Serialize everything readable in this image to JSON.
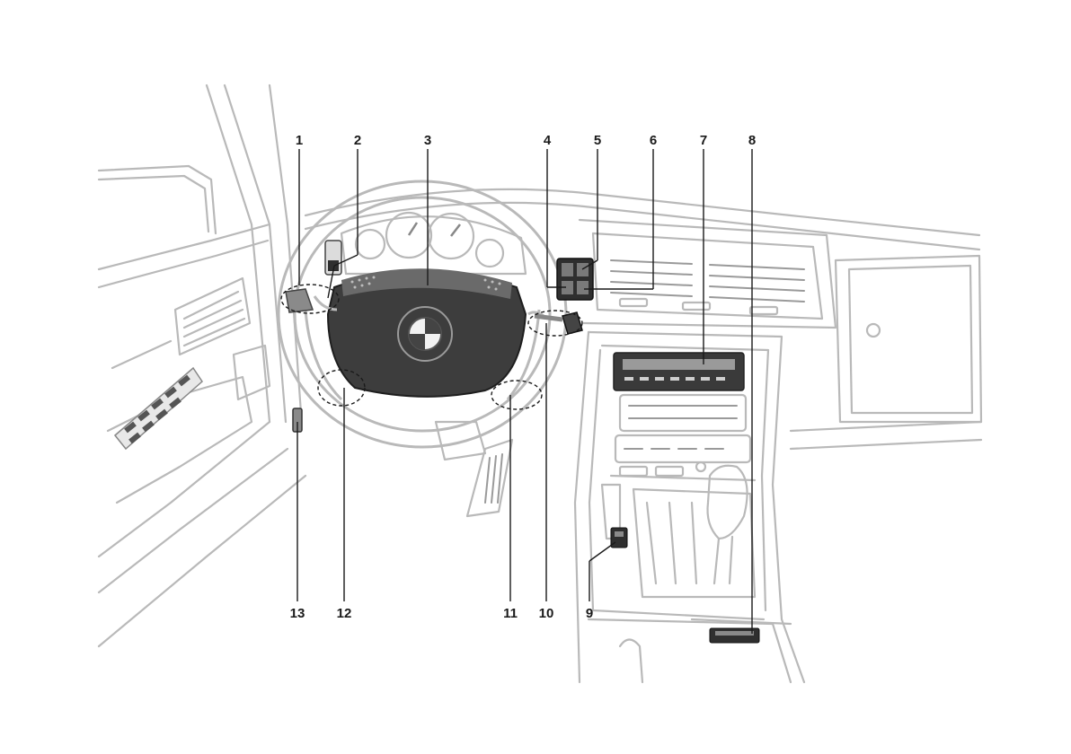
{
  "callouts": [
    {
      "id": "1",
      "label": "1"
    },
    {
      "id": "2",
      "label": "2"
    },
    {
      "id": "3",
      "label": "3"
    },
    {
      "id": "4",
      "label": "4"
    },
    {
      "id": "5",
      "label": "5"
    },
    {
      "id": "6",
      "label": "6"
    },
    {
      "id": "7",
      "label": "7"
    },
    {
      "id": "8",
      "label": "8"
    },
    {
      "id": "9",
      "label": "9"
    },
    {
      "id": "10",
      "label": "10"
    },
    {
      "id": "11",
      "label": "11"
    },
    {
      "id": "12",
      "label": "12"
    },
    {
      "id": "13",
      "label": "13"
    }
  ],
  "colors": {
    "line_art": "#b9b9b9",
    "dark_parts": "#2f2f2f",
    "labels": "#1a1a1a",
    "background": "#ffffff"
  }
}
